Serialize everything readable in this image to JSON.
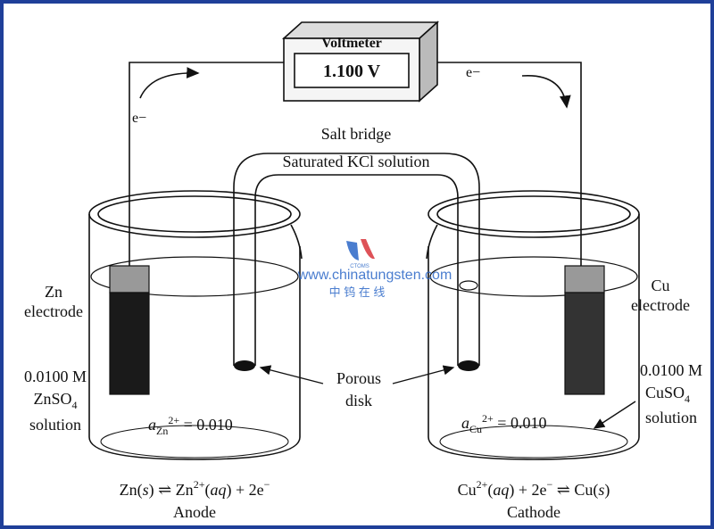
{
  "voltmeter": {
    "title": "Voltmeter",
    "reading": "1.100 V"
  },
  "electron_left": "e−",
  "electron_right": "e−",
  "electron_left_wire": "e−",
  "salt_bridge": {
    "title": "Salt bridge",
    "subtitle": "Saturated KCl solution"
  },
  "left_cell": {
    "electrode_line1": "Zn",
    "electrode_line2": "electrode",
    "conc_line1": "0.0100 M",
    "conc_line2_main": "ZnSO",
    "conc_line2_sub": "4",
    "conc_line3": "solution",
    "activity_a": "a",
    "activity_sub": "Zn",
    "activity_sup": "2+",
    "activity_value": " = 0.010",
    "reaction_html": "Zn(s) ⇌ Zn2+(aq) + 2e−",
    "role": "Anode"
  },
  "right_cell": {
    "electrode_line1": "Cu",
    "electrode_line2": "electrode",
    "conc_line1": "0.0100 M",
    "conc_line2_main": "CuSO",
    "conc_line2_sub": "4",
    "conc_line3": "solution",
    "activity_a": "a",
    "activity_sub": "Cu",
    "activity_sup": "2+",
    "activity_value": " = 0.010",
    "reaction_html": "Cu2+(aq) + 2e− ⇌ Cu(s)",
    "role": "Cathode"
  },
  "porous": {
    "line1": "Porous",
    "line2": "disk"
  },
  "watermark": {
    "url": "www.chinatungsten.com",
    "cn": "中 钨 在 线",
    "logo_text": "CTOMS"
  },
  "colors": {
    "frame": "#1f3f99",
    "ink": "#111111",
    "watermark": "#2b67c7",
    "watermark_red": "#d9343b"
  }
}
